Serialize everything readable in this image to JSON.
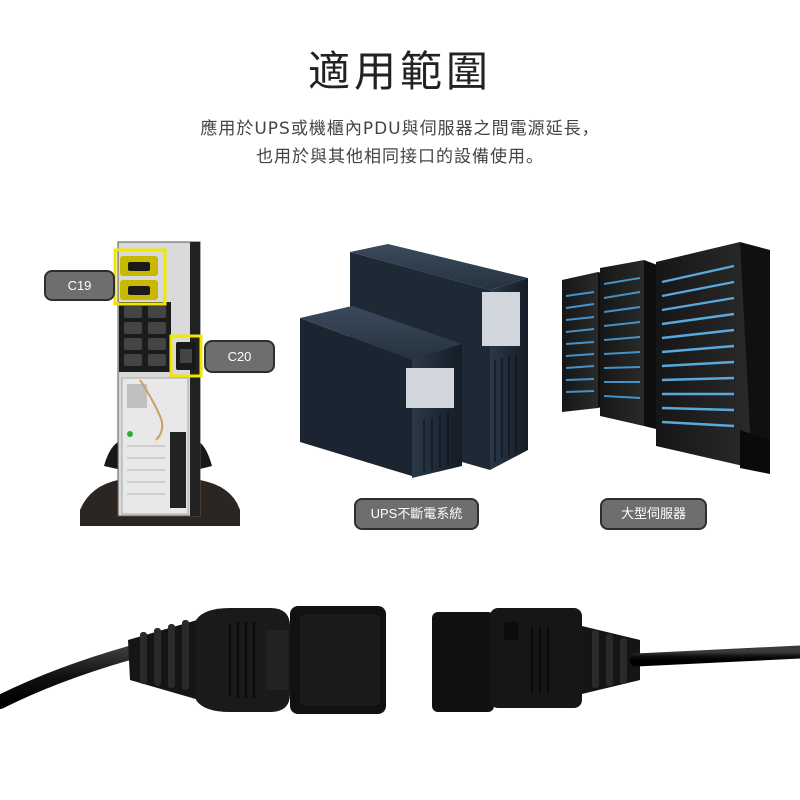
{
  "heading": {
    "title": "適用範圍",
    "description_line1": "應用於UPS或機櫃內PDU與伺服器之間電源延長，",
    "description_line2": "也用於與其他相同接口的設備使用。"
  },
  "labels": {
    "c19": "C19",
    "c20": "C20",
    "ups": "UPS不斷電系統",
    "server": "大型伺服器"
  },
  "colors": {
    "highlight": "#f2e600",
    "pill_bg": "#6e6e6e",
    "device_dark": "#1f2a38",
    "server_glow": "#4aa6e8"
  }
}
